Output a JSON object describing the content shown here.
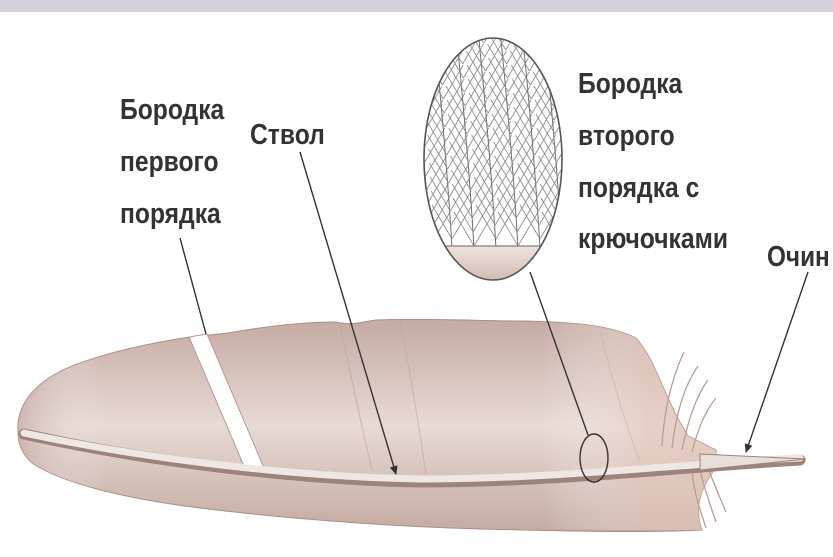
{
  "labels": {
    "first_order_barb": [
      "Бородка",
      "первого",
      "порядка"
    ],
    "shaft": "Ствол",
    "second_order_barb": [
      "Бородка",
      "второго",
      "порядка с",
      "крючочками"
    ],
    "quill": "Очин"
  },
  "colors": {
    "top_band": "#d6d0dc",
    "feather_light": "#e8dad4",
    "feather_shadow": "#c4aaa2",
    "shaft": "#efe7e3",
    "label_text": "#333333"
  }
}
